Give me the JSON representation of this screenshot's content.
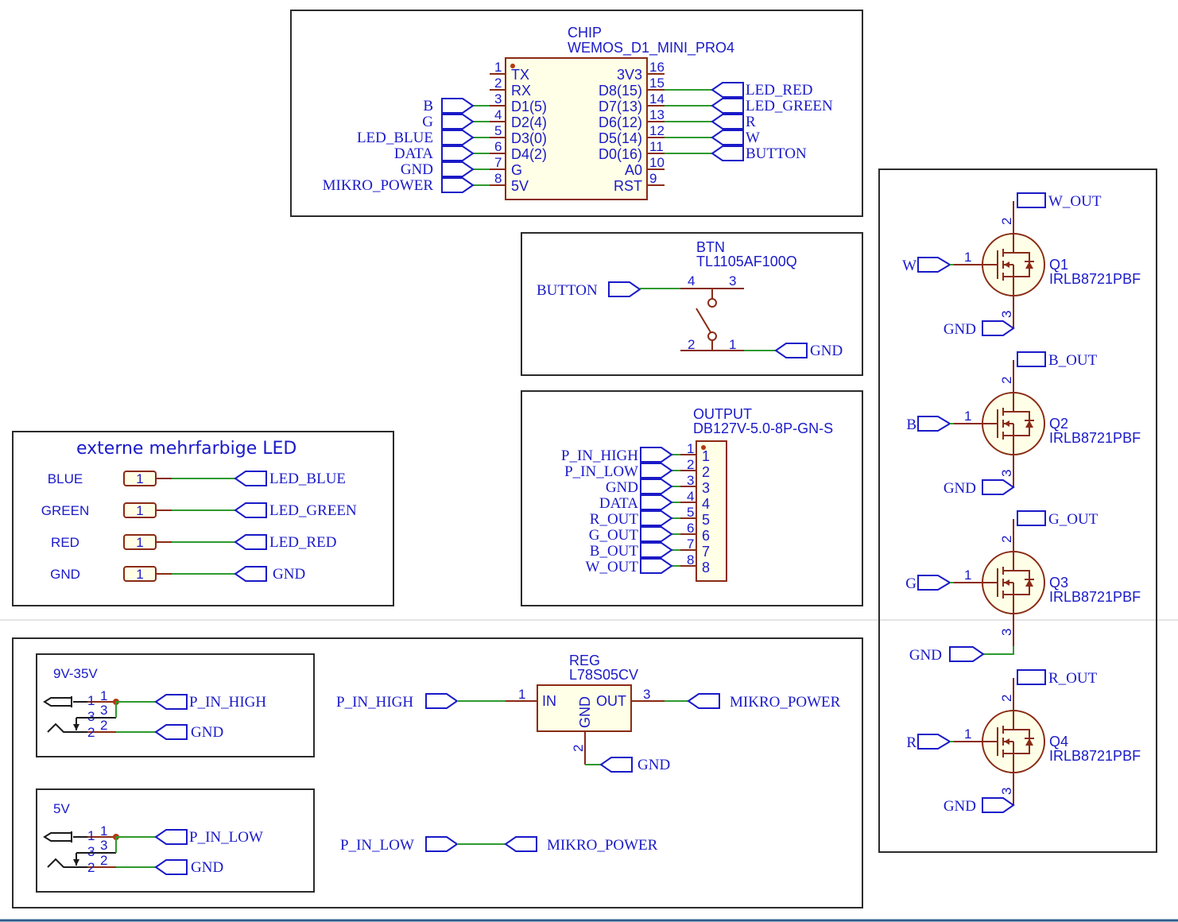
{
  "chip": {
    "name": "CHIP",
    "part": "WEMOS_D1_MINI_PRO4",
    "left_pins": [
      {
        "num": "1",
        "label": "TX"
      },
      {
        "num": "2",
        "label": "RX"
      },
      {
        "num": "3",
        "label": "D1(5)"
      },
      {
        "num": "4",
        "label": "D2(4)"
      },
      {
        "num": "5",
        "label": "D3(0)"
      },
      {
        "num": "6",
        "label": "D4(2)"
      },
      {
        "num": "7",
        "label": "G"
      },
      {
        "num": "8",
        "label": "5V"
      }
    ],
    "right_pins": [
      {
        "num": "16",
        "label": "3V3"
      },
      {
        "num": "15",
        "label": "D8(15)"
      },
      {
        "num": "14",
        "label": "D7(13)"
      },
      {
        "num": "13",
        "label": "D6(12)"
      },
      {
        "num": "12",
        "label": "D5(14)"
      },
      {
        "num": "11",
        "label": "D0(16)"
      },
      {
        "num": "10",
        "label": "A0"
      },
      {
        "num": "9",
        "label": "RST"
      }
    ],
    "left_nets": [
      "B",
      "G",
      "LED_BLUE",
      "DATA",
      "GND",
      "MIKRO_POWER"
    ],
    "right_nets": [
      "LED_RED",
      "LED_GREEN",
      "R",
      "W",
      "BUTTON"
    ]
  },
  "button": {
    "name": "BTN",
    "part": "TL1105AF100Q",
    "net_in": "BUTTON",
    "net_out": "GND",
    "pins": [
      "4",
      "3",
      "2",
      "1"
    ]
  },
  "output": {
    "name": "OUTPUT",
    "part": "DB127V-5.0-8P-GN-S",
    "nets": [
      "P_IN_HIGH",
      "P_IN_LOW",
      "GND",
      "DATA",
      "R_OUT",
      "G_OUT",
      "B_OUT",
      "W_OUT"
    ],
    "pins": [
      "1",
      "2",
      "3",
      "4",
      "5",
      "6",
      "7",
      "8"
    ]
  },
  "led": {
    "title": "externe mehrfarbige LED",
    "rows": [
      {
        "label": "BLUE",
        "pin": "1",
        "net": "LED_BLUE"
      },
      {
        "label": "GREEN",
        "pin": "1",
        "net": "LED_GREEN"
      },
      {
        "label": "RED",
        "pin": "1",
        "net": "LED_RED"
      },
      {
        "label": "GND",
        "pin": "1",
        "net": "GND"
      }
    ]
  },
  "mosfets": [
    {
      "name": "Q1",
      "part": "IRLB8721PBF",
      "gate_net": "W",
      "drain_net": "W_OUT",
      "source_net": "GND"
    },
    {
      "name": "Q2",
      "part": "IRLB8721PBF",
      "gate_net": "B",
      "drain_net": "B_OUT",
      "source_net": "GND"
    },
    {
      "name": "Q3",
      "part": "IRLB8721PBF",
      "gate_net": "G",
      "drain_net": "G_OUT",
      "source_net": "GND"
    },
    {
      "name": "Q4",
      "part": "IRLB8721PBF",
      "gate_net": "R",
      "drain_net": "R_OUT",
      "source_net": "GND"
    }
  ],
  "mosfet_pins": {
    "gate": "1",
    "drain": "2",
    "source": "3"
  },
  "power": {
    "jack_high": {
      "title": "9V-35V",
      "net_top": "P_IN_HIGH",
      "net_bottom": "GND"
    },
    "jack_low": {
      "title": "5V",
      "net_top": "P_IN_LOW",
      "net_bottom": "GND"
    },
    "jack_pins": {
      "p1": "1",
      "p2": "2",
      "p3": "3"
    },
    "regulator": {
      "name": "REG",
      "part": "L78S05CV",
      "in_label": "IN",
      "out_label": "OUT",
      "gnd_label": "GND",
      "pin_in": "1",
      "pin_out": "3",
      "pin_gnd": "2",
      "net_in": "P_IN_HIGH",
      "net_out": "MIKRO_POWER",
      "net_gnd": "GND"
    },
    "bridge": {
      "net_in": "P_IN_LOW",
      "net_out": "MIKRO_POWER"
    }
  },
  "colors": {
    "wire": "#2e9a2e",
    "component": "#8a2b14",
    "net": "#1a1ac8",
    "frame": "#2b2b2b"
  }
}
